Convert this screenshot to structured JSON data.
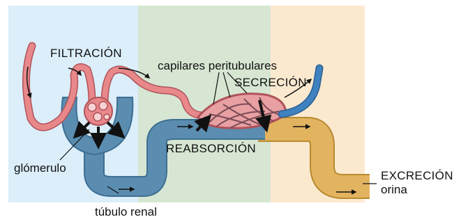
{
  "labels": {
    "filtracion": "FILTRACIÓN",
    "capilares": "capilares peritubulares",
    "secrecion": "SECRECIÓN",
    "reabsorcion": "REABSORCIÓN",
    "glomerulo": "glómerulo",
    "tubulo": "túbulo renal",
    "excrecion": "EXCRECIÓN",
    "orina": "orina"
  },
  "colors": {
    "filtration_zone": "#dbeefa",
    "reabsorption_zone": "#d6e6d2",
    "excretion_zone": "#fbe9cf",
    "blood_vessel": "#e8888a",
    "tubule": "#5b8db0",
    "urine_tube": "#e3b460",
    "vein": "#3f82c0"
  }
}
